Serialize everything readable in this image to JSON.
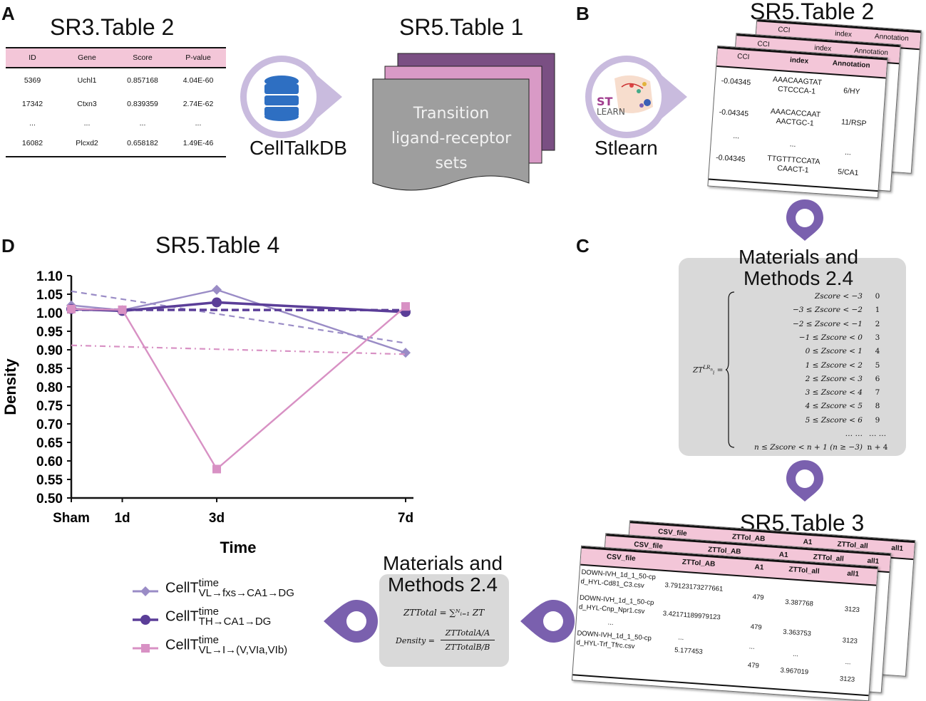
{
  "panels": {
    "a": "A",
    "b": "B",
    "c": "C",
    "d": "D"
  },
  "sr3": {
    "title": "SR3.Table 2",
    "headers": [
      "ID",
      "Gene",
      "Score",
      "P-value"
    ],
    "rows": [
      [
        "5369",
        "Uchl1",
        "0.857168",
        "4.04E-60"
      ],
      [
        "17342",
        "Ctxn3",
        "0.839359",
        "2.74E-62"
      ],
      [
        "...",
        "...",
        "...",
        "..."
      ],
      [
        "16082",
        "Plcxd2",
        "0.658182",
        "1.49E-46"
      ]
    ]
  },
  "celltalkdb": {
    "label": "CellTalkDB",
    "icon": "database-icon"
  },
  "sr5_t1": {
    "title": "SR5.Table 1",
    "lines": [
      "Transition",
      "ligand-receptor",
      "sets"
    ]
  },
  "stlearn": {
    "label": "Stlearn",
    "logo_st": "ST",
    "logo_learn": "LEARN"
  },
  "sr5_t2": {
    "title": "SR5.Table 2",
    "headers": [
      "CCI",
      "index",
      "Annotation"
    ],
    "rows": [
      {
        "cci": "-0.04345",
        "index1": "AAACAAGTAT",
        "index2": "CTCCCA-1",
        "ann": "6/HY"
      },
      {
        "cci": "-0.04345",
        "index1": "AAACACCAAT",
        "index2": "AACTGC-1",
        "ann": "11/RSP"
      },
      {
        "cci": "...",
        "index1": "...",
        "index2": "",
        "ann": "..."
      },
      {
        "cci": "-0.04345",
        "index1": "TTGTTTCCATA",
        "index2": "CAACT-1",
        "ann": "5/CA1"
      }
    ],
    "back_headers": [
      "CCI",
      "index",
      "Annotation"
    ]
  },
  "mm_c": {
    "title_line1": "Materials and",
    "title_line2": "Methods 2.4",
    "lhs": "ZT",
    "rows": [
      {
        "cond": "Zscore < −3",
        "val": "0"
      },
      {
        "cond": "−3 ≤ Zscore < −2",
        "val": "1"
      },
      {
        "cond": "−2 ≤ Zscore < −1",
        "val": "2"
      },
      {
        "cond": "−1 ≤ Zscore < 0",
        "val": "3"
      },
      {
        "cond": "0 ≤ Zscore < 1",
        "val": "4"
      },
      {
        "cond": "1 ≤ Zscore < 2",
        "val": "5"
      },
      {
        "cond": "2 ≤ Zscore < 3",
        "val": "6"
      },
      {
        "cond": "3 ≤ Zscore < 4",
        "val": "7"
      },
      {
        "cond": "4 ≤ Zscore < 5",
        "val": "8"
      },
      {
        "cond": "5 ≤ Zscore < 6",
        "val": "9"
      },
      {
        "cond": "… …",
        "val": "… …"
      },
      {
        "cond": "n ≤ Zscore < n + 1 (n ≥ −3)",
        "val": "n + 4"
      }
    ]
  },
  "sr5_t3": {
    "title": "SR5.Table 3",
    "headers": [
      "CSV_file",
      "ZTTol_AB",
      "A1",
      "ZTTol_all",
      "all1"
    ],
    "rows": [
      {
        "file1": "DOWN-IVH_1d_1_50-cp",
        "file2": "d_HYL-Cd81_C3.csv",
        "ab": "3.79123173277661",
        "a1": "479",
        "all": "3.387768",
        "all1": "3123"
      },
      {
        "file1": "DOWN-IVH_1d_1_50-cp",
        "file2": "d_HYL-Cnp_Npr1.csv",
        "ab": "3.42171189979123",
        "a1": "479",
        "all": "3.363753",
        "all1": "3123"
      },
      {
        "file1": "...",
        "file2": "",
        "ab": "...",
        "a1": "...",
        "all": "...",
        "all1": "..."
      },
      {
        "file1": "DOWN-IVH_1d_1_50-cp",
        "file2": "d_HYL-Trf_Tfrc.csv",
        "ab": "5.177453",
        "a1": "479",
        "all": "3.967019",
        "all1": "3123"
      }
    ]
  },
  "mm_d": {
    "title_line1": "Materials and",
    "title_line2": "Methods 2.4",
    "eq1": "ZTTotal = ∑ᴺᵢ₌₁ ZT",
    "eq2_lhs": "Density =",
    "eq2_num": "ZTTotalA/A",
    "eq2_den": "ZTTotalB/B"
  },
  "chart_title": "SR5.Table 4",
  "legend": [
    {
      "base": "CellT",
      "sup": "time",
      "sub": "VL→fxs→CA1→DG"
    },
    {
      "base": "CellT",
      "sup": "time",
      "sub": "TH→CA1→DG"
    },
    {
      "base": "CellT",
      "sup": "time",
      "sub": "VL→I→(V,VIa,VIb)"
    }
  ],
  "chart_data": {
    "type": "line",
    "title": "SR5.Table 4",
    "xlabel": "Time",
    "ylabel": "Density",
    "x_categories": [
      "Sham",
      "1d",
      "3d",
      "7d"
    ],
    "ylim": [
      0.5,
      1.1
    ],
    "y_ticks": [
      "0.50",
      "0.55",
      "0.60",
      "0.65",
      "0.70",
      "0.75",
      "0.80",
      "0.85",
      "0.90",
      "0.95",
      "1.00",
      "1.05",
      "1.10"
    ],
    "series": [
      {
        "values": [
          1.02,
          1.007,
          1.062,
          0.892
        ],
        "color": "#9a8cc6",
        "marker": "diamond",
        "trend": [
          1.058,
          0.918
        ]
      },
      {
        "values": [
          1.01,
          1.005,
          1.028,
          1.002
        ],
        "color": "#5b3e98",
        "marker": "circle",
        "trend": [
          1.008,
          1.007
        ]
      },
      {
        "values": [
          1.01,
          1.008,
          0.578,
          1.017
        ],
        "color": "#d891c4",
        "marker": "square",
        "trend": [
          0.912,
          0.888
        ]
      }
    ]
  },
  "colors": {
    "accent_purple": "#6e5aa8",
    "light_purple": "#c4b6dc",
    "pink_header": "#f3c6d8",
    "gray_box": "#d9d9d9"
  }
}
